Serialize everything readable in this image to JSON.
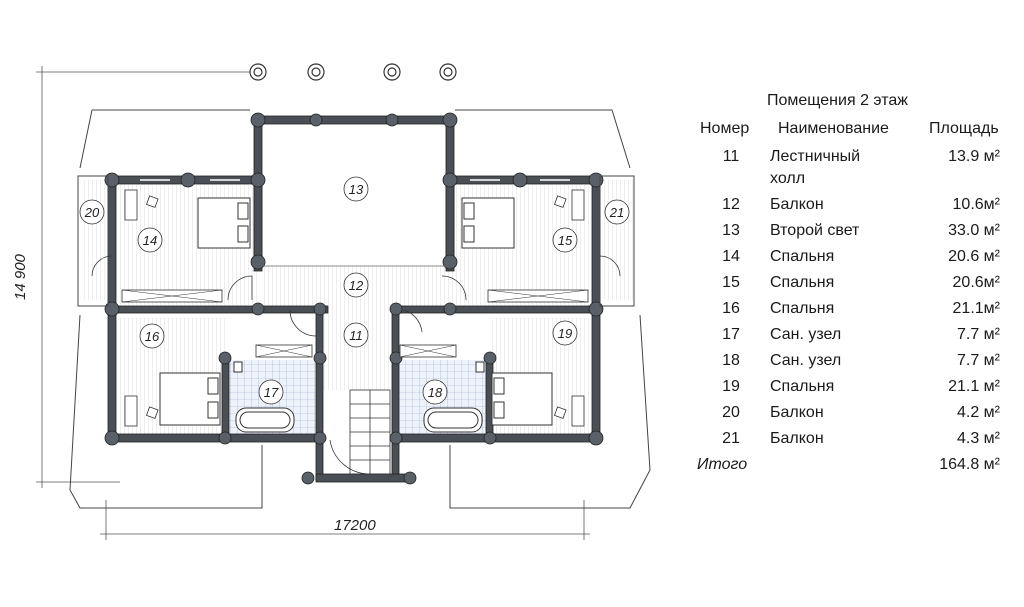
{
  "dimensions": {
    "width": "17200",
    "height": "14 900"
  },
  "rooms_on_plan": [
    "11",
    "12",
    "13",
    "14",
    "15",
    "16",
    "17",
    "18",
    "19",
    "20",
    "21"
  ],
  "table": {
    "title": "Помещения 2 этаж",
    "headers": {
      "number": "Номер",
      "name": "Наименование",
      "area": "Площадь"
    },
    "rows": [
      {
        "number": "11",
        "name": "Лестничный",
        "name2": "холл",
        "area": "13.9 м²"
      },
      {
        "number": "12",
        "name": "Балкон",
        "area": "10.6м²"
      },
      {
        "number": "13",
        "name": "Второй свет",
        "area": "33.0 м²"
      },
      {
        "number": "14",
        "name": "Спальня",
        "area": "20.6 м²"
      },
      {
        "number": "15",
        "name": "Спальня",
        "area": "20.6м²"
      },
      {
        "number": "16",
        "name": "Спальня",
        "area": "21.1м²"
      },
      {
        "number": "17",
        "name": "Сан. узел",
        "area": "7.7 м²"
      },
      {
        "number": "18",
        "name": "Сан. узел",
        "area": "7.7 м²"
      },
      {
        "number": "19",
        "name": "Спальня",
        "area": "21.1 м²"
      },
      {
        "number": "20",
        "name": "Балкон",
        "area": "4.2 м²"
      },
      {
        "number": "21",
        "name": "Балкон",
        "area": "4.3 м²"
      }
    ],
    "total_label": "Итого",
    "total_area": "164.8 м²"
  }
}
